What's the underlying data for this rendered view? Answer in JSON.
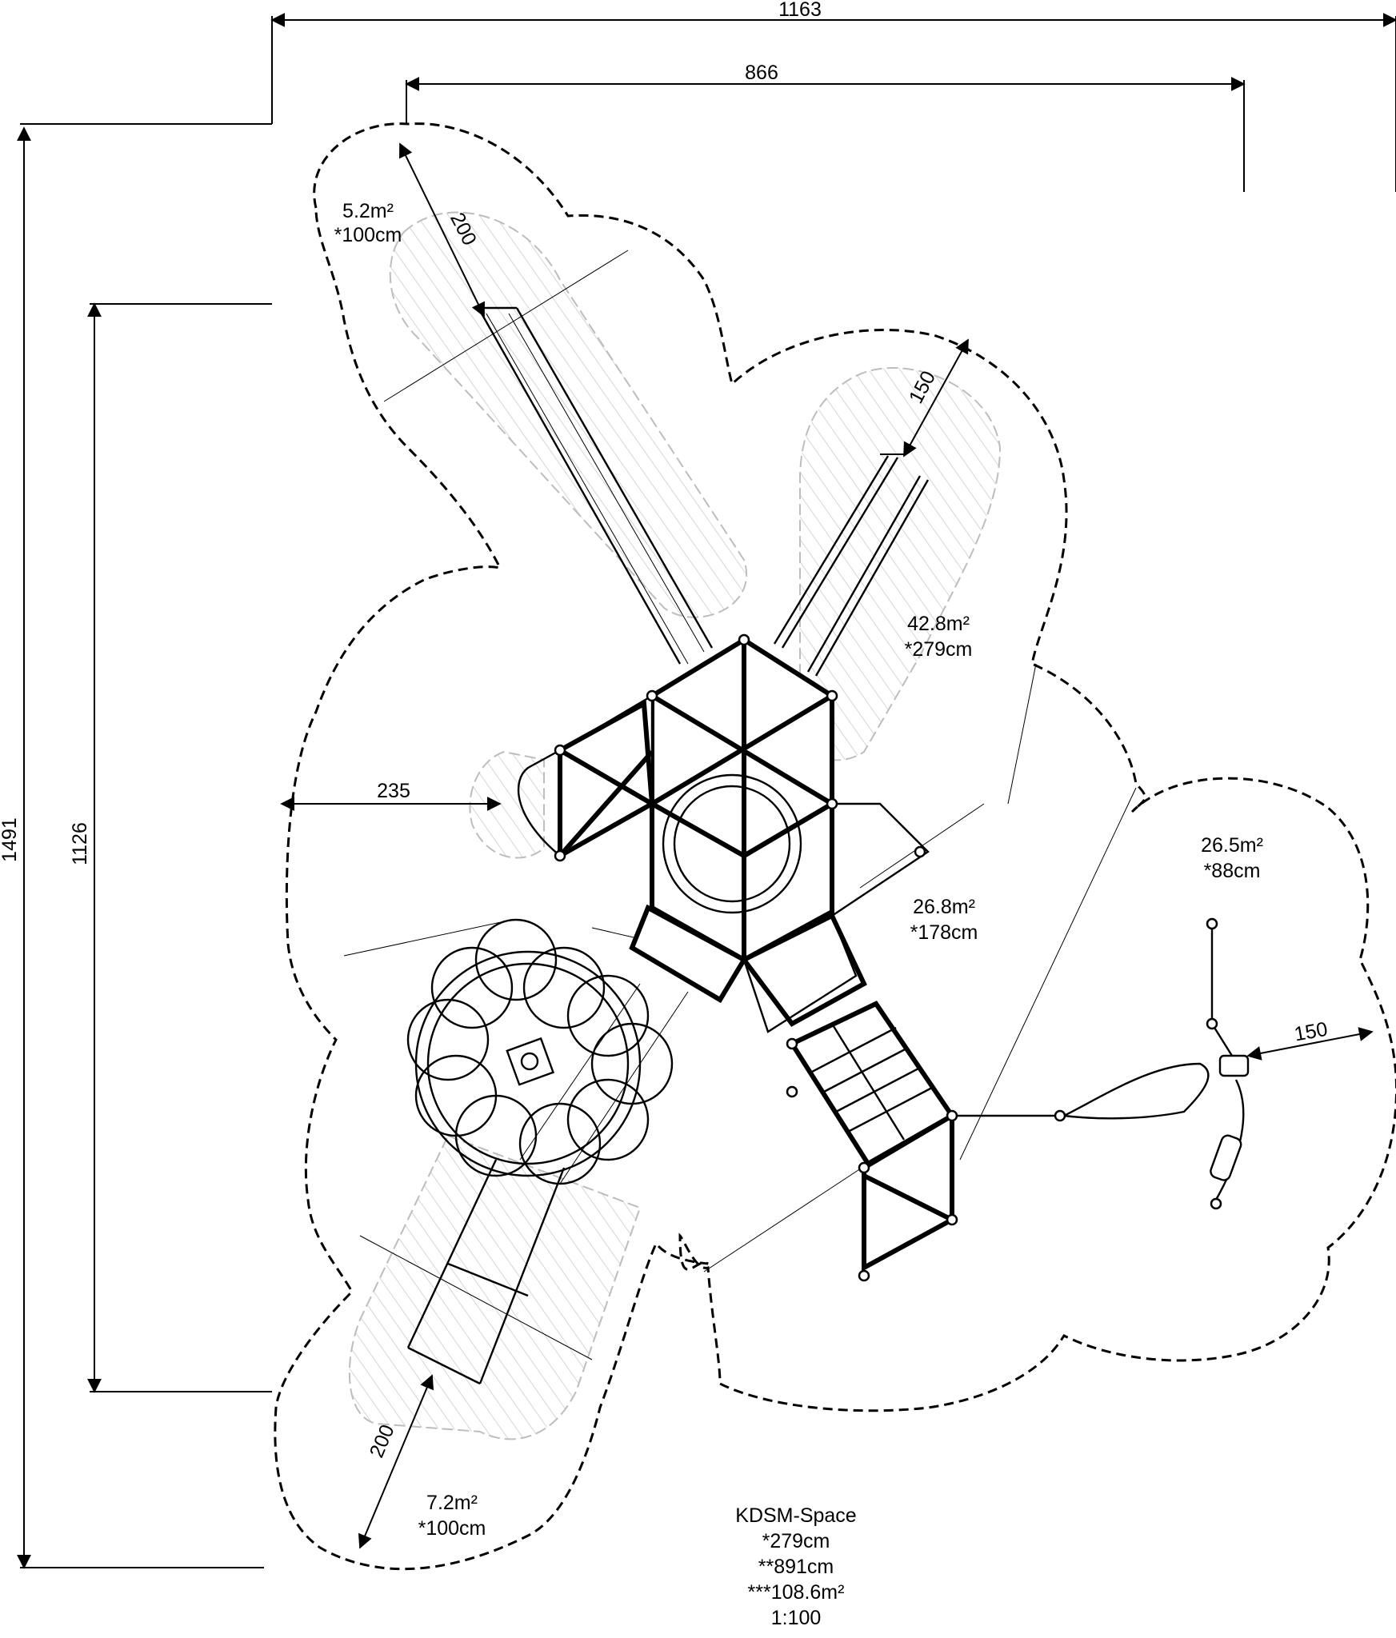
{
  "dimensions": {
    "overall_width": "1163",
    "structure_width": "866",
    "overall_height": "1491",
    "structure_height": "1126",
    "clearance_top_slide": "200",
    "clearance_top_right": "150",
    "clearance_left": "235",
    "clearance_right_swing": "150",
    "clearance_bottom_slide": "200"
  },
  "zones": {
    "top_left": {
      "area": "5.2m²",
      "fall_height": "*100cm"
    },
    "center": {
      "area": "42.8m²",
      "fall_height": "*279cm"
    },
    "right": {
      "area": "26.5m²",
      "fall_height": "*88cm"
    },
    "middle": {
      "area": "26.8m²",
      "fall_height": "*178cm"
    },
    "bottom_left": {
      "area": "7.2m²",
      "fall_height": "*100cm"
    }
  },
  "title_block": {
    "name": "KDSM-Space",
    "height": "*279cm",
    "length": "**891cm",
    "area": "***108.6m²",
    "scale": "1:100"
  }
}
